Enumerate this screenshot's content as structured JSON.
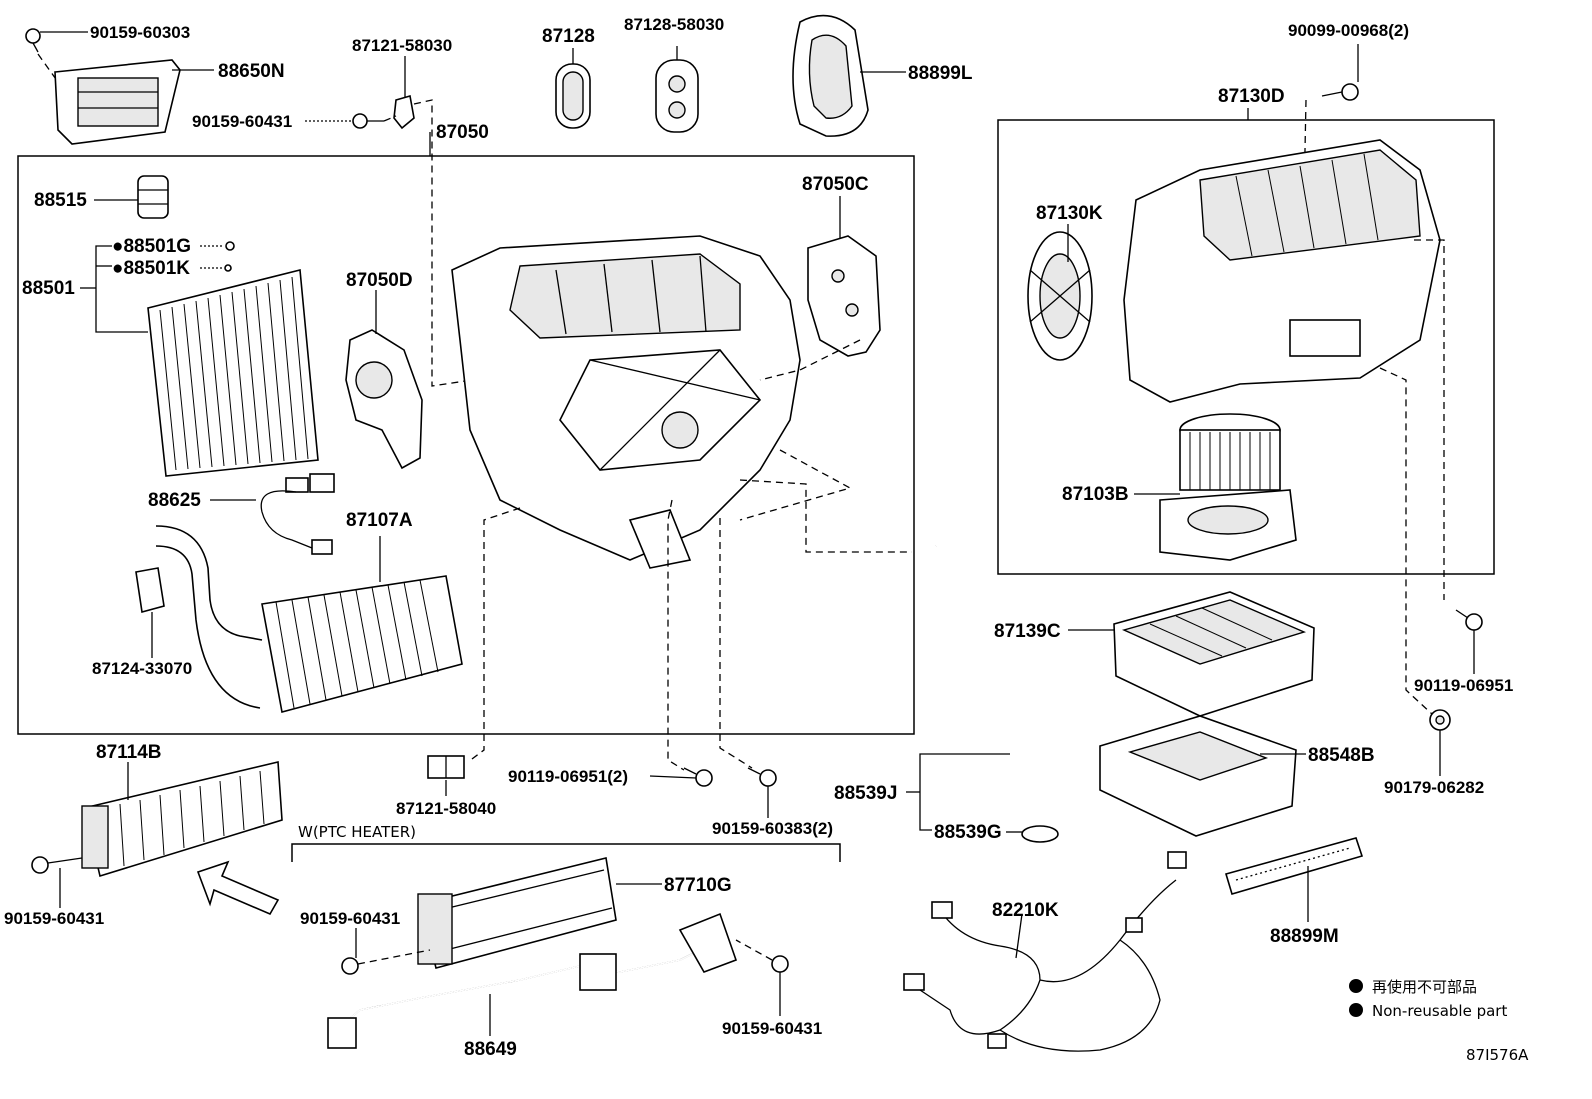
{
  "diagram_id": "87I576A",
  "legend": {
    "line1": "再使用不可部品",
    "line2": "Non-reusable part"
  },
  "group_label": "W(PTC HEATER)",
  "parts": {
    "p90159_60303": "90159-60303",
    "p88650N": "88650N",
    "p87121_58030": "87121-58030",
    "p87128": "87128",
    "p87128_58030": "87128-58030",
    "p88899L": "88899L",
    "p90099_00968": "90099-00968(2)",
    "p90159_60431_top": "90159-60431",
    "p87050": "87050",
    "p87130D": "87130D",
    "p88515": "88515",
    "p88501G": "●88501G",
    "p88501K": "●88501K",
    "p88501": "88501",
    "p87050D": "87050D",
    "p87050C": "87050C",
    "p87130K": "87130K",
    "p87103B": "87103B",
    "p88625": "88625",
    "p87107A": "87107A",
    "p87124_33070": "87124-33070",
    "p87139C": "87139C",
    "p90119_06951_right": "90119-06951",
    "p90179_06282": "90179-06282",
    "p88548B": "88548B",
    "p87114B": "87114B",
    "p87121_58040": "87121-58040",
    "p90119_06951_2": "90119-06951(2)",
    "p90159_60383_2": "90159-60383(2)",
    "p88539J": "88539J",
    "p88539G": "88539G",
    "p90159_60431_left": "90159-60431",
    "p87710G": "87710G",
    "p90159_60431_ptc": "90159-60431",
    "p82210K": "82210K",
    "p88899M": "88899M",
    "p88649": "88649",
    "p90159_60431_bottom": "90159-60431"
  }
}
